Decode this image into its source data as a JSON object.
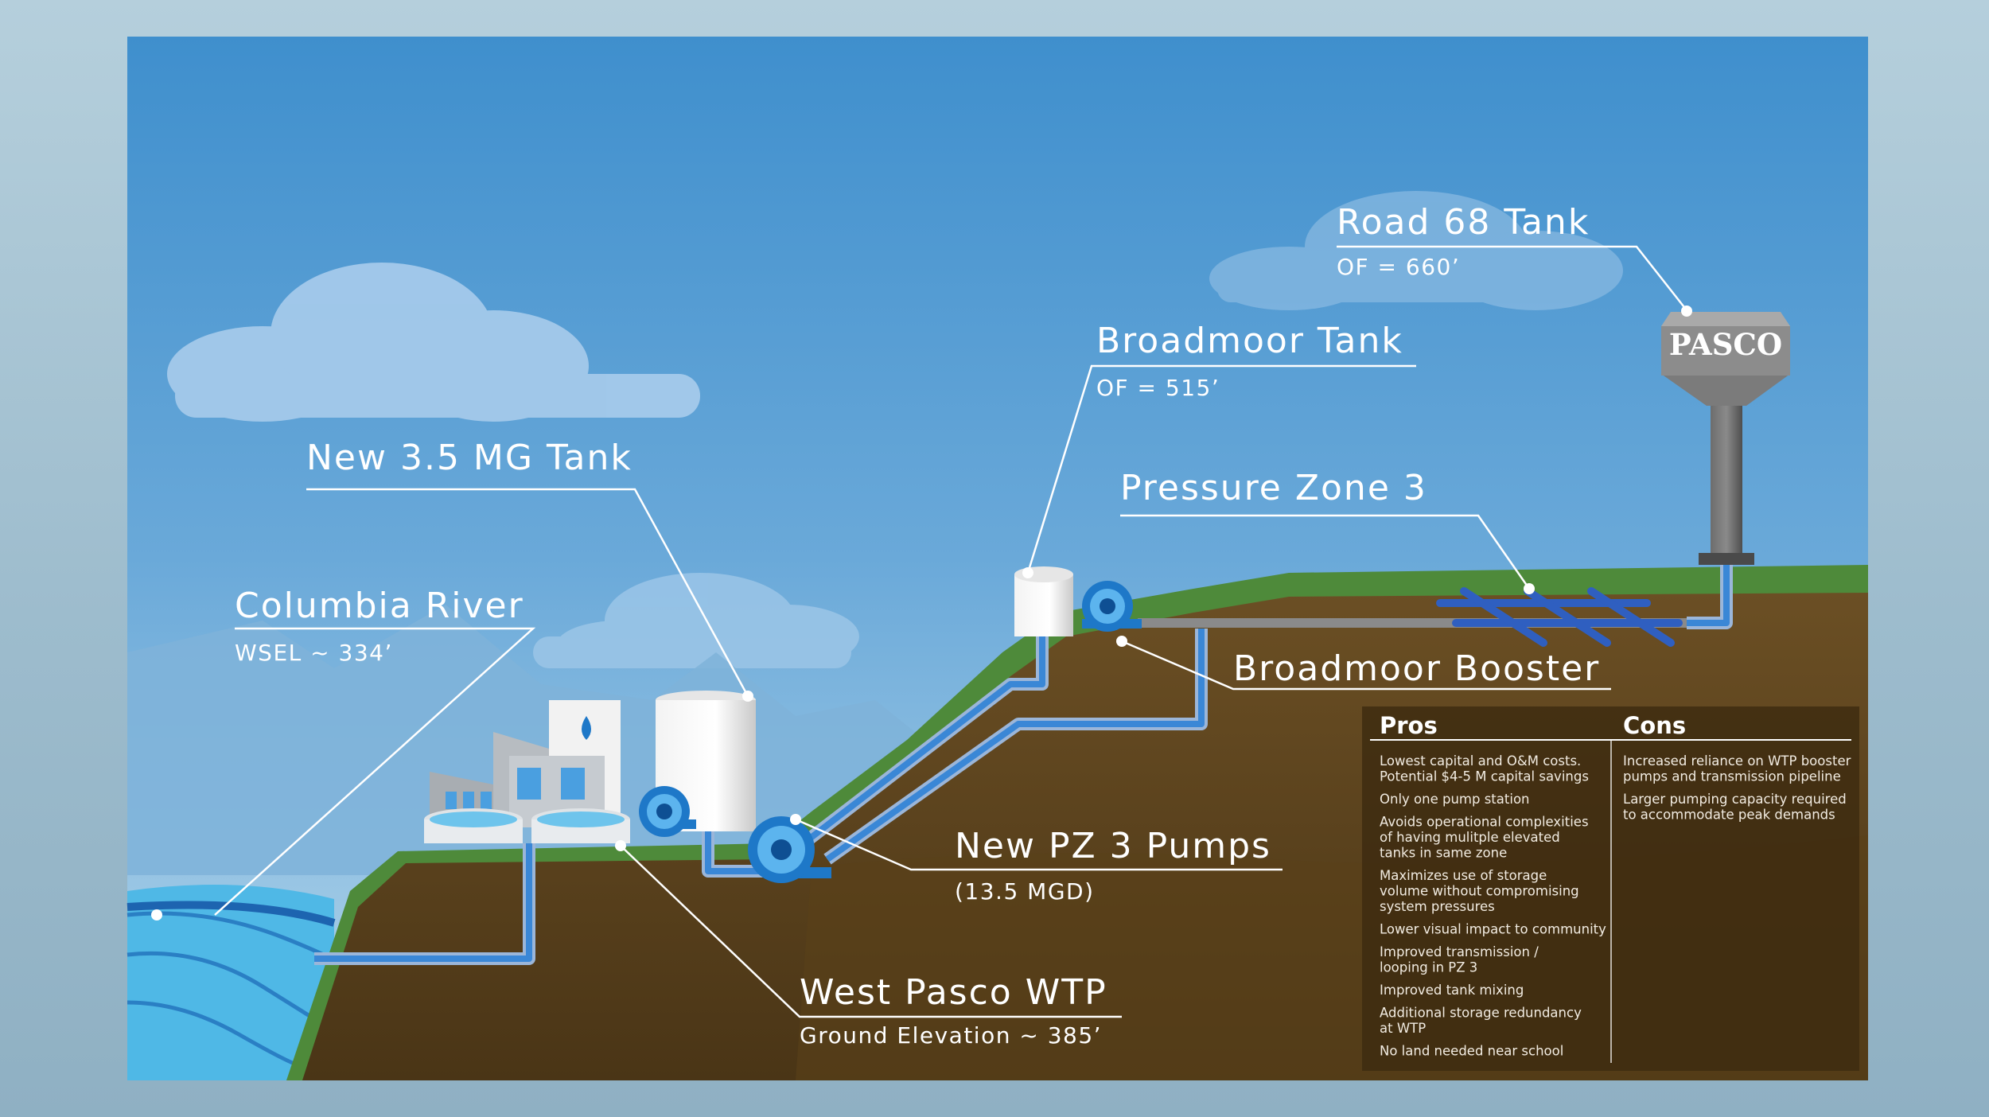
{
  "labels": {
    "road68": {
      "title": "Road 68 Tank",
      "sub": "OF = 660’"
    },
    "broadmoor_tank": {
      "title": "Broadmoor Tank",
      "sub": "OF = 515’"
    },
    "new_tank": {
      "title": "New 3.5 MG Tank"
    },
    "pressure_zone": {
      "title": "Pressure Zone 3"
    },
    "columbia": {
      "title": "Columbia River",
      "sub": "WSEL ~ 334’"
    },
    "broadmoor_booster": {
      "title": "Broadmoor Booster"
    },
    "pz3_pumps": {
      "title": "New PZ 3 Pumps",
      "sub": "(13.5 MGD)"
    },
    "wtp": {
      "title": "West Pasco WTP",
      "sub": "Ground Elevation ~ 385’"
    }
  },
  "tower_text": "PASCO",
  "pros_cons": {
    "pros_title": "Pros",
    "cons_title": "Cons",
    "pros": [
      [
        "Lowest capital and O&M costs.",
        "Potential $4-5 M capital savings"
      ],
      [
        "Only one pump station"
      ],
      [
        "Avoids operational complexities",
        "of having mulitple elevated",
        "tanks in same zone"
      ],
      [
        "Maximizes use of storage",
        "volume without compromising",
        "system pressures"
      ],
      [
        "Lower visual impact to community"
      ],
      [
        "Improved transmission /",
        "looping in PZ 3"
      ],
      [
        "Improved tank mixing"
      ],
      [
        "Additional storage redundancy",
        "at WTP"
      ],
      [
        "No land needed near school"
      ]
    ],
    "cons": [
      [
        "Increased reliance on WTP booster",
        "pumps and transmission pipeline"
      ],
      [
        "Larger pumping capacity required",
        "to accommodate peak demands"
      ]
    ]
  },
  "colors": {
    "sky_top": "#3d8fcc",
    "sky_bottom": "#a9cfe6",
    "grass": "#4e8a3a",
    "soil": "#5e4520",
    "pipe": "#5b9fe0",
    "pump": "#1e78c8",
    "water": "#4fb8e6"
  }
}
